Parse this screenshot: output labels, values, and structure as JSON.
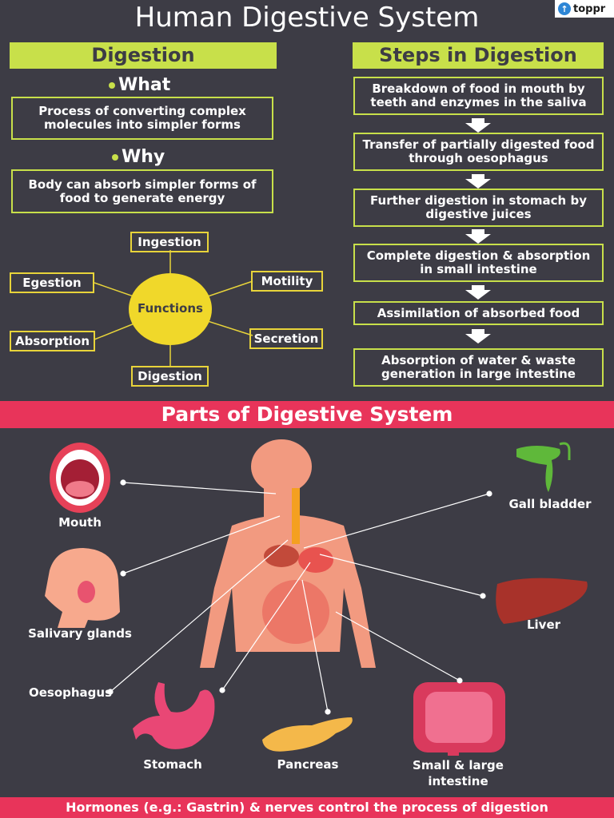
{
  "title": "Human Digestive System",
  "logo": "toppr",
  "digestion": {
    "header": "Digestion",
    "what_label": "What",
    "what_text": "Process of converting complex molecules into simpler forms",
    "why_label": "Why",
    "why_text": "Body can absorb simpler forms of food to generate energy"
  },
  "functions": {
    "center": "Functions",
    "items": [
      "Ingestion",
      "Motility",
      "Secretion",
      "Digestion",
      "Absorption",
      "Egestion"
    ]
  },
  "steps": {
    "header": "Steps in Digestion",
    "items": [
      "Breakdown of food in mouth by teeth and enzymes in the saliva",
      "Transfer of partially digested food through oesophagus",
      "Further digestion in stomach by digestive juices",
      "Complete digestion & absorption in small intestine",
      "Assimilation of absorbed food",
      "Absorption of water & waste generation in large intestine"
    ]
  },
  "parts": {
    "header": "Parts of Digestive System",
    "labels": {
      "mouth": "Mouth",
      "salivary": "Salivary glands",
      "oesophagus": "Oesophagus",
      "stomach": "Stomach",
      "pancreas": "Pancreas",
      "intestine": "Small & large intestine",
      "liver": "Liver",
      "gall": "Gall bladder"
    }
  },
  "footer": "Hormones (e.g.: Gastrin) & nerves control the process of digestion",
  "colors": {
    "accent": "#c8e04a",
    "pink": "#e8345a",
    "yellow": "#f0d82a",
    "bg": "#3d3c45"
  }
}
